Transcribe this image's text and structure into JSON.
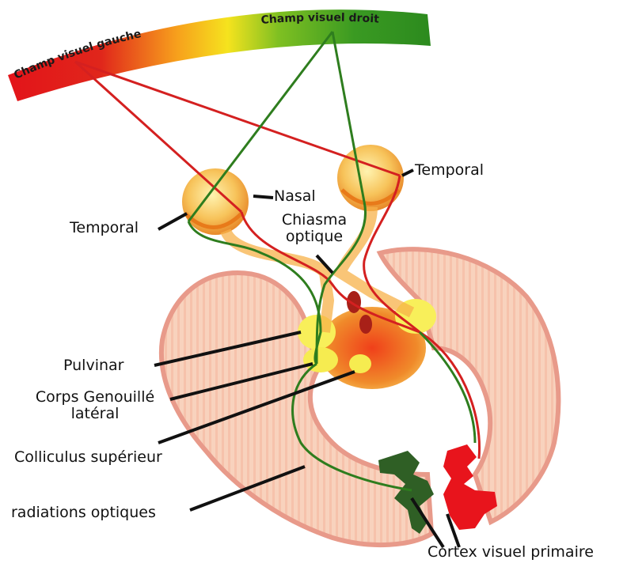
{
  "visual_field": {
    "left": "Champ visuel gauche",
    "right": "Champ visuel droit"
  },
  "labels": {
    "temporal_left": "Temporal",
    "nasal": "Nasal",
    "temporal_right": "Temporal",
    "chiasma_line1": "Chiasma",
    "chiasma_line2": "optique",
    "pulvinar": "Pulvinar",
    "corps_line1": "Corps Genouillé",
    "corps_line2": "latéral",
    "colliculus": "Colliculus supérieur",
    "radiations": "radiations optiques",
    "cortex": "Cortex visuel primaire"
  },
  "colors": {
    "left_field_pathway": "#d42020",
    "right_field_pathway": "#2e7d1e",
    "brain_fill": "#f6c7b0",
    "brain_outline": "#e89a8a",
    "cortex_left": "#2f5f25",
    "cortex_right": "#e8141c",
    "eye_fill": "#f7c35a"
  }
}
